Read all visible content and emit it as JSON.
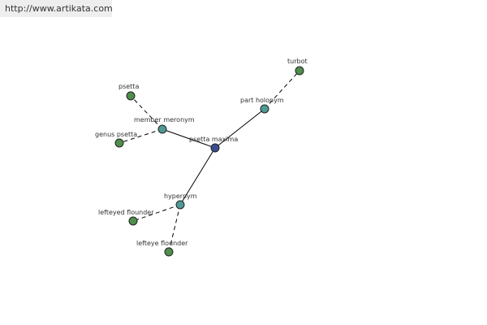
{
  "url": "http://www.artikata.com",
  "colors": {
    "center": "#3a4d8f",
    "relation": "#4f9a94",
    "leaf": "#4f8e4b",
    "edge": "#000000"
  },
  "nodes": {
    "center": "psetta maxima",
    "member_meronym": "member meronym",
    "psetta": "psetta",
    "genus_psetta": "genus psetta",
    "part_holonym": "part holonym",
    "turbot": "turbot",
    "hypernym": "hypernym",
    "lefteyed_flounder": "lefteyed flounder",
    "lefteye_flounder": "lefteye flounder"
  }
}
